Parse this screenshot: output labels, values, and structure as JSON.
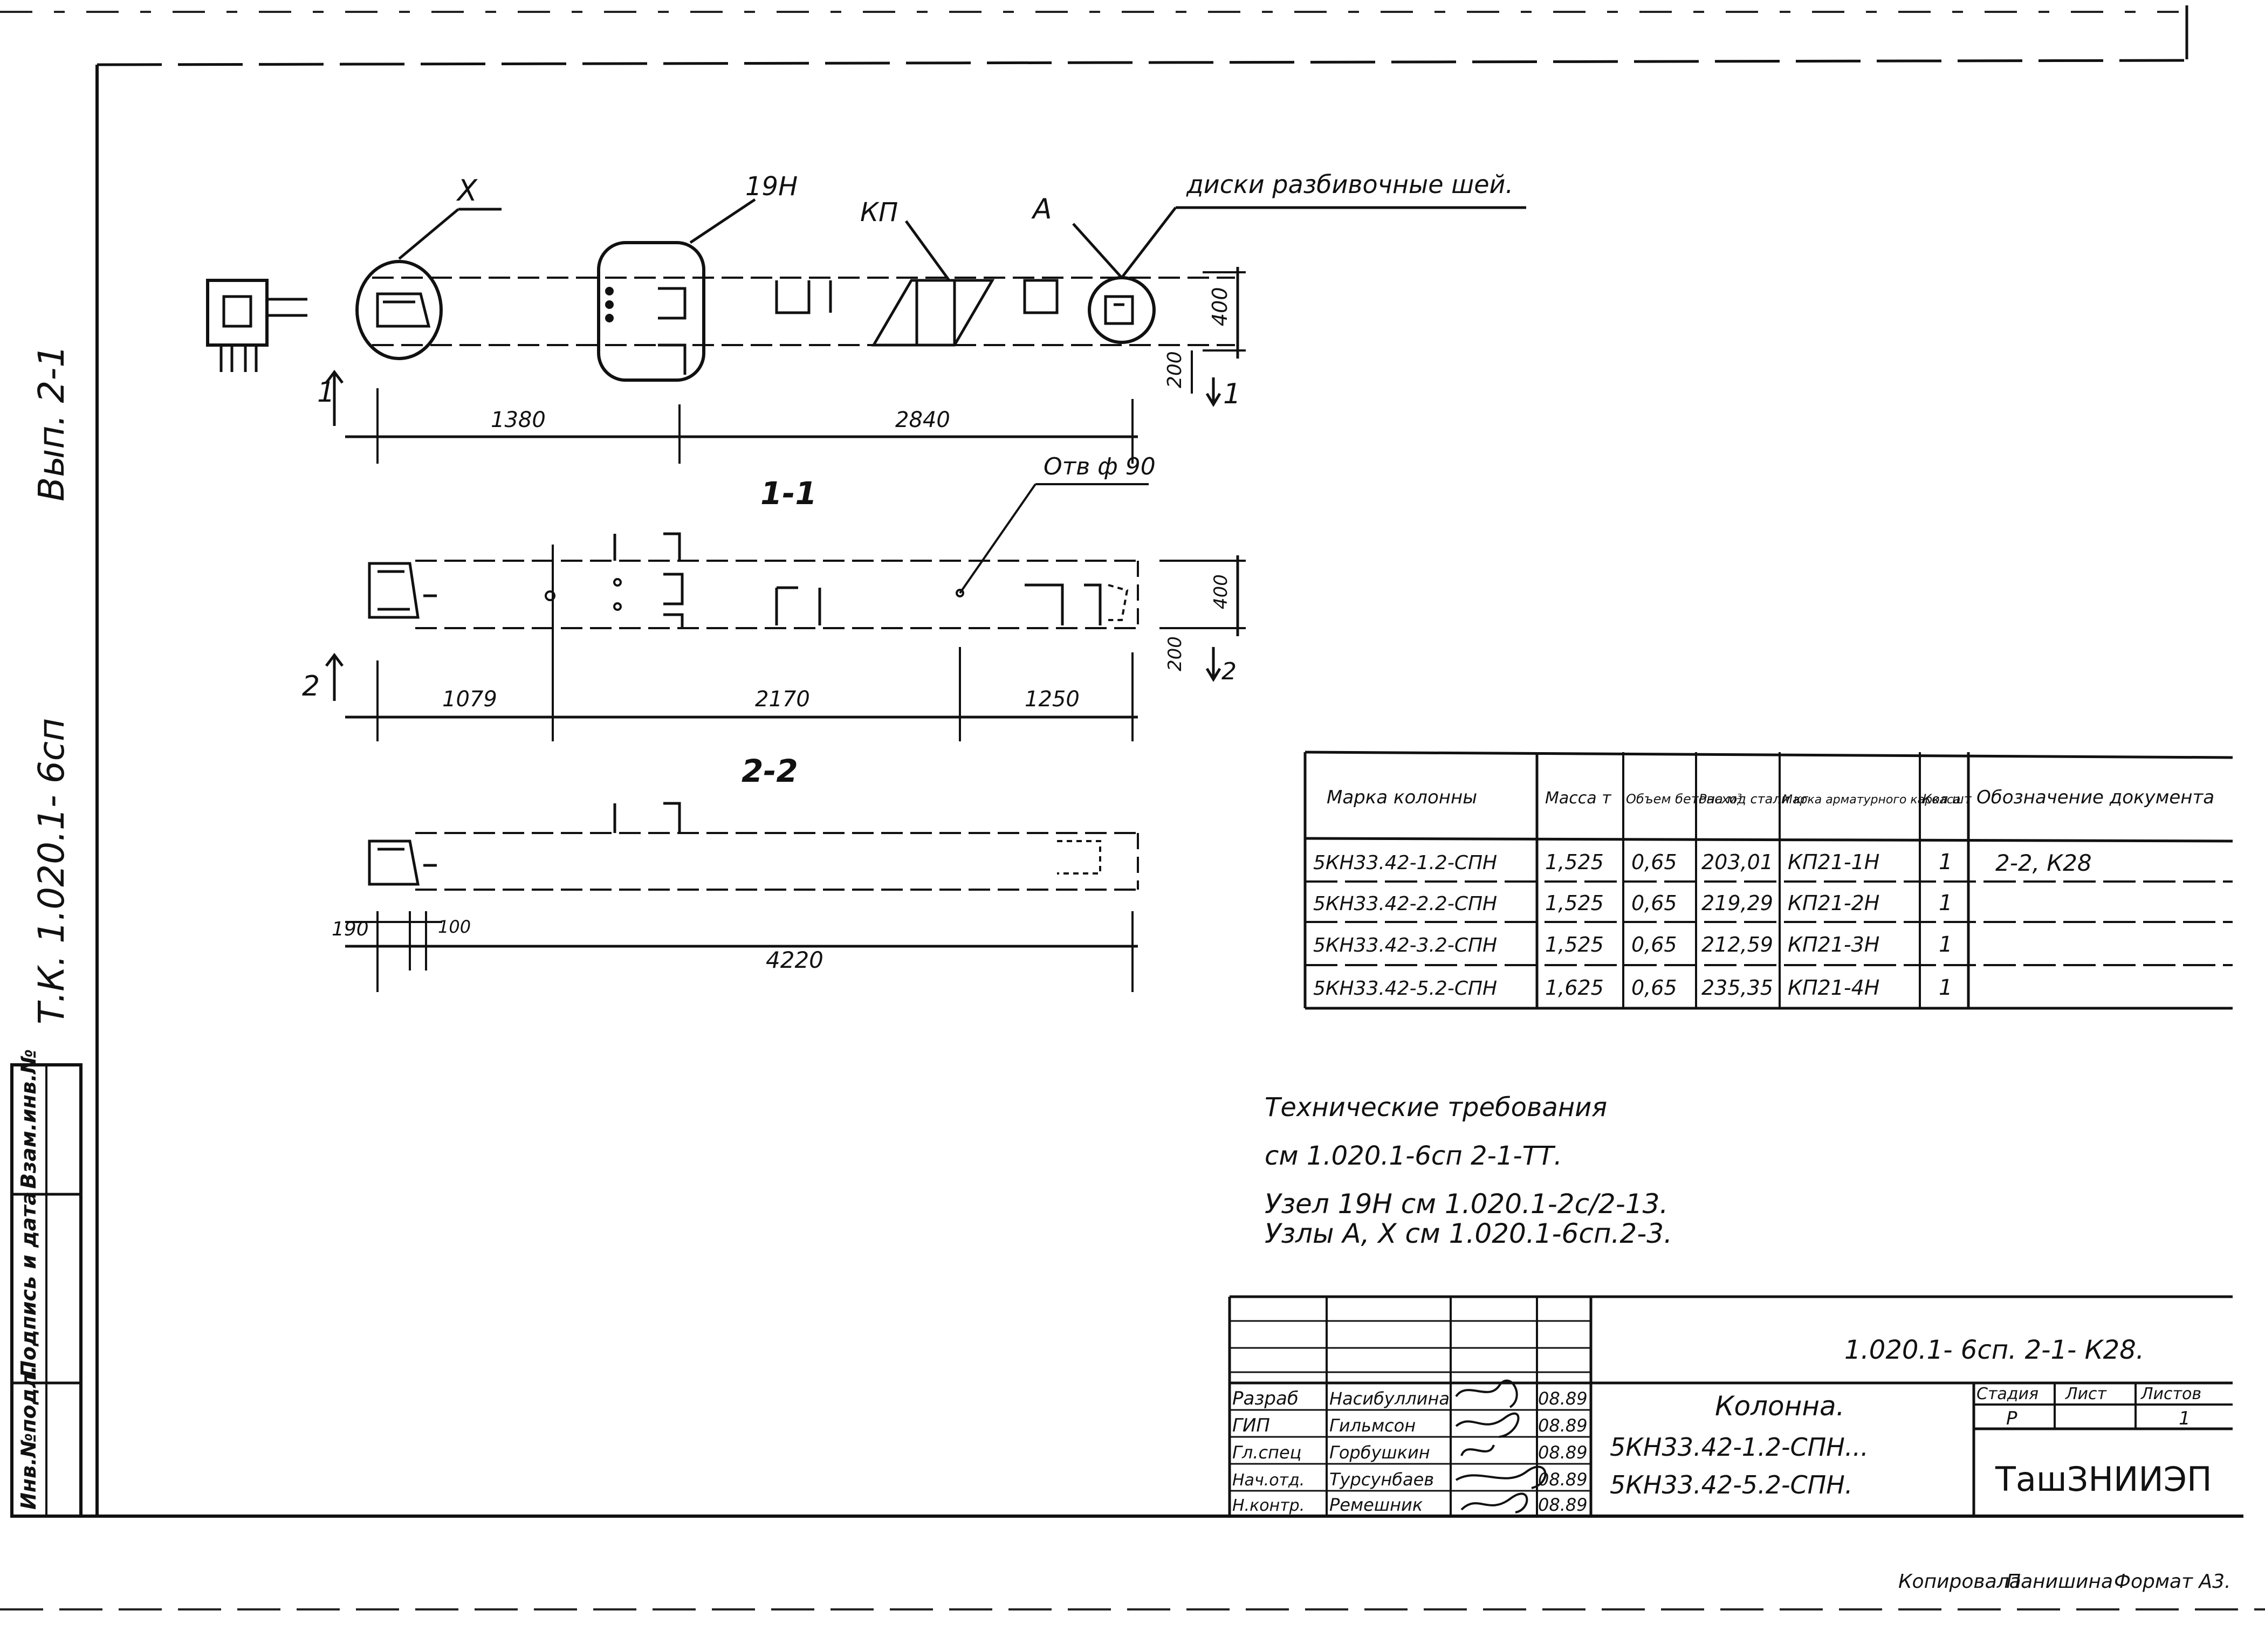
{
  "side": {
    "release": "Вып. 2-1",
    "series": "Т.К. 1.020.1- 6сп"
  },
  "stamp_cols": [
    "Инв.№подл.",
    "Подпись и дата",
    "Взам.инв.№"
  ],
  "view": {
    "node_x": "Х",
    "node_19n": "19Н",
    "node_kp": "КП",
    "node_a": "А",
    "washers_note": "диски разбивочные шей.",
    "dim_400": "400",
    "dim_200": "200",
    "dim_1380": "1380",
    "dim_2840": "2840",
    "sec1_mark": "1",
    "hole_note": "Отв ф 90"
  },
  "sec1": {
    "title": "1-1",
    "mark2": "2",
    "dim_1079": "1079",
    "dim_2170": "2170",
    "dim_1250": "1250",
    "dim_400": "400",
    "dim_200": "200"
  },
  "sec2": {
    "title": "2-2",
    "dim_190": "190",
    "dim_100": "100",
    "dim_4220": "4220"
  },
  "spec_table": {
    "headers": [
      "Марка колонны",
      "Масса т",
      "Объем бетона м³",
      "Расход стали кг",
      "Марка арматурного каркаса",
      "Кол шт",
      "Обозначение документа"
    ],
    "rows": [
      [
        "5КН33.42-1.2-СПН",
        "1,525",
        "0,65",
        "203,01",
        "КП21-1Н",
        "1",
        "2-2, К28"
      ],
      [
        "5КН33.42-2.2-СПН",
        "1,525",
        "0,65",
        "219,29",
        "КП21-2Н",
        "1",
        ""
      ],
      [
        "5КН33.42-3.2-СПН",
        "1,525",
        "0,65",
        "212,59",
        "КП21-3Н",
        "1",
        ""
      ],
      [
        "5КН33.42-5.2-СПН",
        "1,625",
        "0,65",
        "235,35",
        "КП21-4Н",
        "1",
        ""
      ]
    ]
  },
  "notes": {
    "title": "Технические требования",
    "line1": "см 1.020.1-6сп 2-1-ТТ.",
    "line2": "Узел 19Н см 1.020.1-2с/2-13.",
    "line3": "Узлы А, Х см 1.020.1-6сп.2-3."
  },
  "title_block": {
    "doc_code": "1.020.1- 6сп. 2-1- К28.",
    "signers": [
      {
        "role": "Разраб",
        "name": "Насибуллина",
        "date": "08.89"
      },
      {
        "role": "ГИП",
        "name": "Гильмсон",
        "date": "08.89"
      },
      {
        "role": "Гл.спец",
        "name": "Горбушкин",
        "date": "08.89"
      },
      {
        "role": "Нач.отд.",
        "name": "Турсунбаев",
        "date": "08.89"
      },
      {
        "role": "Н.контр.",
        "name": "Ремешник",
        "date": "08.89"
      }
    ],
    "name_line1": "Колонна.",
    "name_line2": "5КН33.42-1.2-СПН...",
    "name_line3": "5КН33.42-5.2-СПН.",
    "stage_label": "Стадия",
    "sheet_label": "Лист",
    "sheets_label": "Листов",
    "stage": "Р",
    "sheets": "1",
    "org": "ТашЗНИИЭП"
  },
  "footer": {
    "copied": "Копировала",
    "copier": "Панишина",
    "format": "Формат А3."
  }
}
